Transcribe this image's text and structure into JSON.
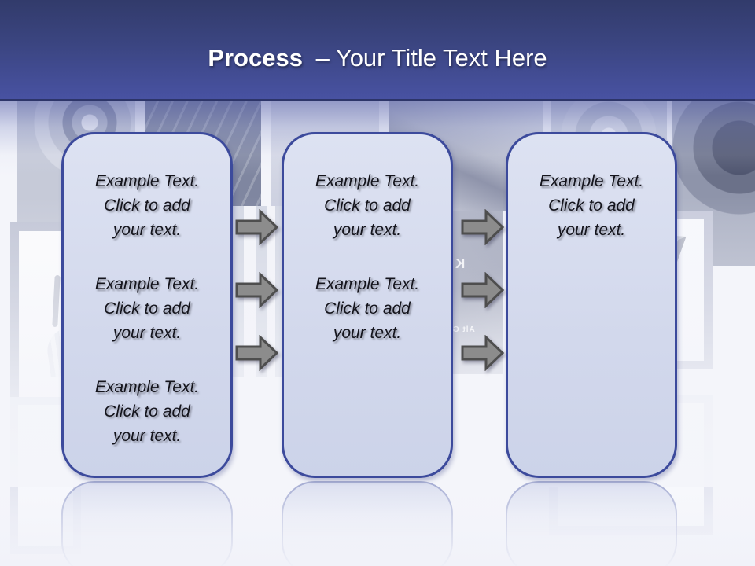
{
  "slide": {
    "title": {
      "emphasis": "Process",
      "rest": " – Your Title Text Here"
    },
    "columns": [
      {
        "id": "step-1",
        "paragraphs": [
          "Example Text.\nClick  to add\nyour text.",
          "Example Text.\nClick  to add\nyour text.",
          "Example Text.\nClick  to add\nyour text."
        ]
      },
      {
        "id": "step-2",
        "paragraphs": [
          "Example Text.\nClick  to add\nyour text.",
          "Example Text.\nClick  to add\nyour text."
        ]
      },
      {
        "id": "step-3",
        "paragraphs": [
          "Example Text.\nClick  to add\nyour text."
        ]
      }
    ],
    "arrows": {
      "between_step1_step2": 3,
      "between_step2_step3": 3,
      "direction": "right"
    },
    "colors": {
      "header_top": "#323b6b",
      "header_bottom": "#4852a2",
      "title_text": "#ffffff",
      "box_fill": "#d6dbee",
      "box_border": "#3c4a9c",
      "box_text": "#14141c",
      "arrow_fill": "#8c8c8c",
      "arrow_border": "#4e4e4e",
      "page_background": "#f4f5fa"
    },
    "background": {
      "theme": "faded digital devices photo collage with reflections",
      "keyboard_glyphs": {
        "key_letter": "K",
        "key_altgr": "Alt Gr"
      },
      "photos": [
        "camera-lens",
        "dark-keyboard",
        "gray-panel",
        "mobile-phone",
        "camera-lens-top-right",
        "lens-barrel",
        "keyboard-keys-strip",
        "wifi-router",
        "laptop",
        "laptop-ghost",
        "faint-frame"
      ]
    }
  }
}
